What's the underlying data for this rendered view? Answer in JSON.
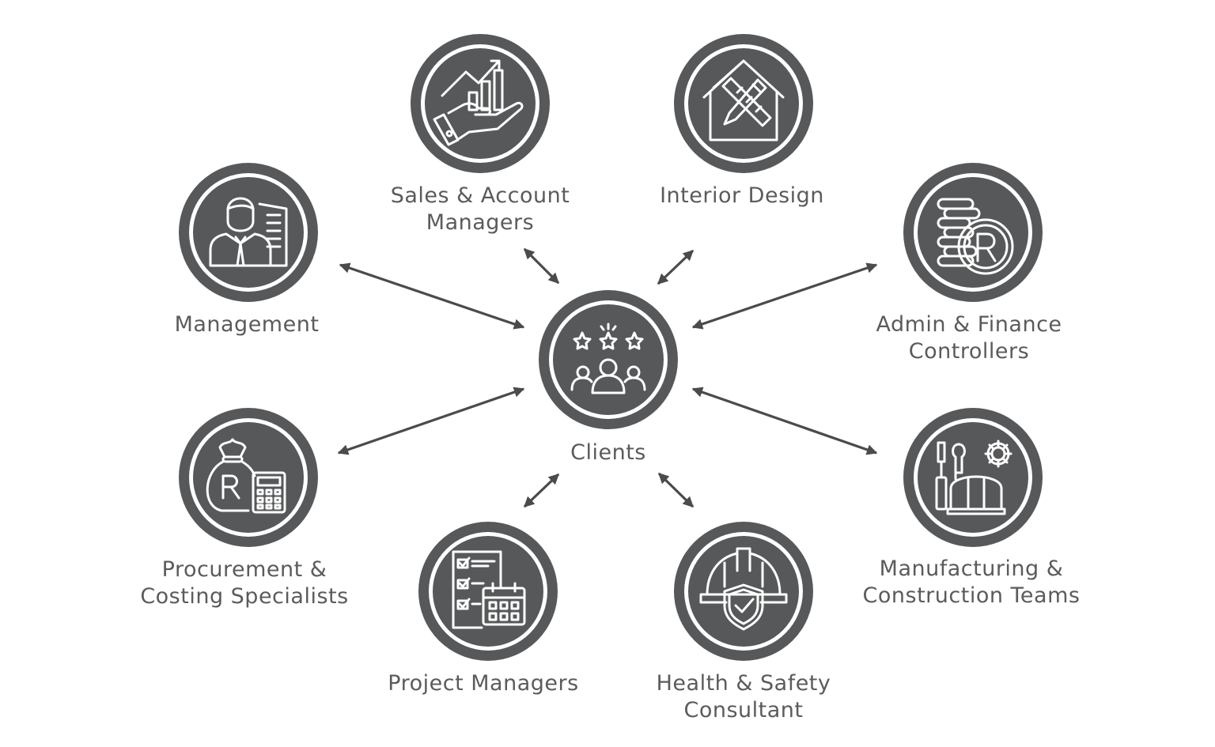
{
  "colors": {
    "circle_fill": "#57585a",
    "ring": "#57585a",
    "icon_stroke": "#ffffff",
    "arrow": "#4a4b4d",
    "label": "#5a5b5d"
  },
  "center": {
    "icon": "clients-stars-people-icon",
    "label": "Clients"
  },
  "nodes": [
    {
      "id": "sales",
      "icon": "hand-chart-growth-icon",
      "label_lines": [
        "Sales & Account",
        "Managers"
      ]
    },
    {
      "id": "interior",
      "icon": "house-ruler-pencil-icon",
      "label_lines": [
        "Interior Design"
      ]
    },
    {
      "id": "management",
      "icon": "businessman-building-icon",
      "label_lines": [
        "Management"
      ]
    },
    {
      "id": "admin",
      "icon": "coins-rand-icon",
      "label_lines": [
        "Admin & Finance",
        "Controllers"
      ]
    },
    {
      "id": "procurement",
      "icon": "money-bag-calculator-icon",
      "label_lines": [
        "Procurement &",
        "Costing Specialists"
      ]
    },
    {
      "id": "manufacturing",
      "icon": "tools-hardhat-gear-icon",
      "label_lines": [
        "Manufacturing &",
        "Construction Teams"
      ]
    },
    {
      "id": "project",
      "icon": "checklist-calendar-icon",
      "label_lines": [
        "Project Managers"
      ]
    },
    {
      "id": "health",
      "icon": "hardhat-shield-check-icon",
      "label_lines": [
        "Health & Safety",
        "Consultant"
      ]
    }
  ]
}
